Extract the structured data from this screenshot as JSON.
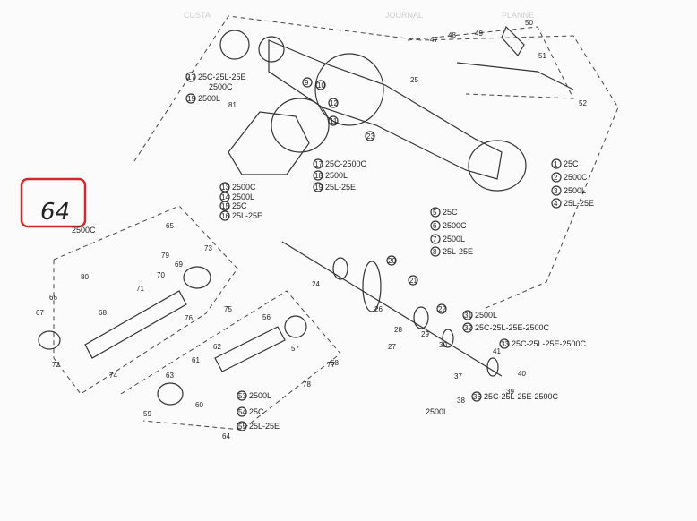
{
  "page_number": "64",
  "header_fragments": [
    "JOURNAL",
    "PLANNE",
    "CUSTA"
  ],
  "model_codes": {
    "m2500c": "2500C",
    "m2500l": "2500L",
    "m25c": "25C",
    "m25l25e": "25L-25E",
    "m25c25l25e": "25C-25L-25E",
    "m25c25l25e2500c": "25C-25L-25E-2500C",
    "m25c2500c": "25C-2500C"
  },
  "callouts": [
    {
      "n": "1",
      "t": "25C"
    },
    {
      "n": "2",
      "t": "2500C"
    },
    {
      "n": "3",
      "t": "2500L"
    },
    {
      "n": "4",
      "t": "25L-25E"
    },
    {
      "n": "5",
      "t": "25C"
    },
    {
      "n": "6",
      "t": "2500C"
    },
    {
      "n": "7",
      "t": "2500L"
    },
    {
      "n": "8",
      "t": "25L-25E"
    },
    {
      "n": "9",
      "t": ""
    },
    {
      "n": "10",
      "t": ""
    },
    {
      "n": "11",
      "t": ""
    },
    {
      "n": "12",
      "t": ""
    },
    {
      "n": "13",
      "t": "2500C"
    },
    {
      "n": "14",
      "t": "2500L"
    },
    {
      "n": "15",
      "t": "25C"
    },
    {
      "n": "16",
      "t": "25L-25E"
    },
    {
      "n": "17",
      "t": "25C-2500C"
    },
    {
      "n": "18",
      "t": "2500L"
    },
    {
      "n": "19",
      "t": "25L-25E"
    },
    {
      "n": "20",
      "t": ""
    },
    {
      "n": "21",
      "t": ""
    },
    {
      "n": "22",
      "t": ""
    },
    {
      "n": "23",
      "t": ""
    },
    {
      "n": "31",
      "t": "2500L"
    },
    {
      "n": "32",
      "t": "25C-25L-25E-2500C"
    },
    {
      "n": "33",
      "t": "25C-25L-25E-2500C"
    },
    {
      "n": "36",
      "t": "25C-25L-25E-2500C"
    },
    {
      "n": "53",
      "t": "2500L"
    },
    {
      "n": "54",
      "t": "25C"
    },
    {
      "n": "55",
      "t": "25L-25E"
    }
  ],
  "loose_numbers": [
    "47",
    "48",
    "49",
    "50",
    "51",
    "52",
    "25",
    "41",
    "40",
    "39",
    "38",
    "37",
    "30",
    "29",
    "28",
    "27",
    "26",
    "24",
    "56",
    "57",
    "58",
    "59",
    "60",
    "61",
    "62",
    "63",
    "64",
    "65",
    "66",
    "67",
    "68",
    "69",
    "70",
    "71",
    "72",
    "73",
    "74",
    "75",
    "76",
    "77",
    "78",
    "79",
    "80",
    "81"
  ]
}
